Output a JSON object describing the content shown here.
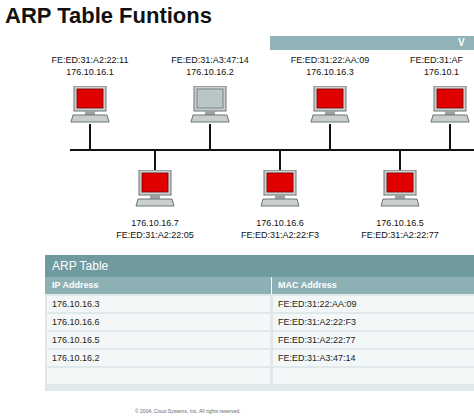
{
  "diagram": {
    "title": "ARP Table Funtions",
    "labels": [
      "V",
      "FE:ED:31:A2:22:11",
      "176.10.16.1",
      "FE:ED:31:A3:47:14",
      "176.10.16.2",
      "FE:ED:31:22:AA:09",
      "176.10.16.3",
      "FE:ED:31:AF",
      "176.10.1",
      "176.10.16.7",
      "FE:ED:31:A2:22:05",
      "176.10.16.6",
      "FE:ED:31:A2:22:F3",
      "176.10.16.5",
      "FE:ED:31:A2:22:77",
      "ARP Table",
      "IP Address",
      "MAC Address",
      "176.10.16.3",
      "FE:ED:31:22:AA:09",
      "176.10.16.6",
      "FE:ED:31:A2:22:F3",
      "176.10.16.5",
      "FE:ED:31:A2:22:77",
      "176.10.16.2",
      "FE:ED:31:A3:47:14",
      "© 2004, Cisco Systems, Inc. All rights reserved."
    ]
  }
}
